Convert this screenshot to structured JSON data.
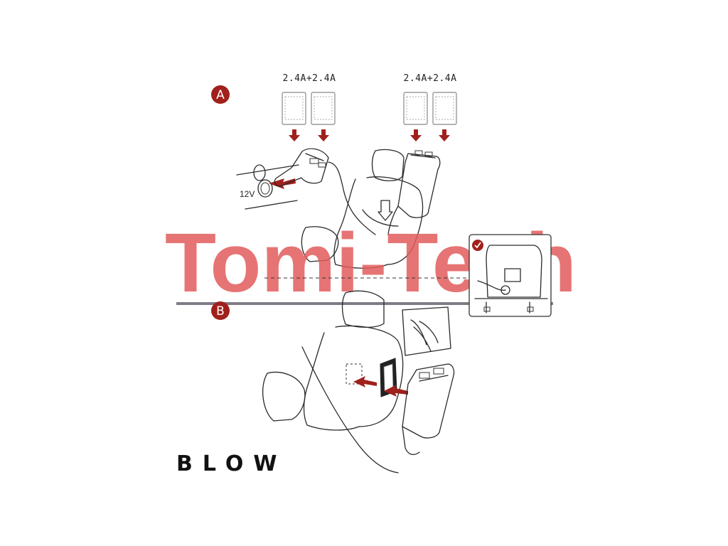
{
  "diagram": {
    "step_a_label": "A",
    "step_b_label": "B",
    "left_pair_rating": "2.4A+2.4A",
    "right_pair_rating": "2.4A+2.4A",
    "voltage_label": "12V",
    "brand_logo": "BLOW",
    "watermark": "Tomi-Tech",
    "colors": {
      "accent_red": "#a0201c",
      "watermark_red": "#e25c5c",
      "watermark_gray": "#4b4550",
      "line": "#2a2a2a"
    },
    "icons": [
      "checkmark-icon",
      "arrow-down-icon",
      "arrow-left-icon",
      "arrow-right-icon",
      "phone-icon"
    ]
  }
}
